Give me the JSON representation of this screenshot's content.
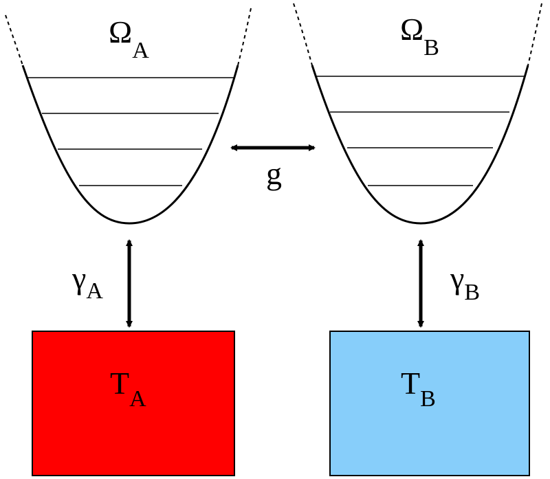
{
  "oscillators": [
    {
      "symbol": "Ω",
      "subscript": "A"
    },
    {
      "symbol": "Ω",
      "subscript": "B"
    }
  ],
  "coupling": {
    "symbol": "g"
  },
  "damping": [
    {
      "symbol": "γ",
      "subscript": "A"
    },
    {
      "symbol": "γ",
      "subscript": "B"
    }
  ],
  "baths": [
    {
      "symbol": "T",
      "subscript": "A",
      "color": "#ff0000"
    },
    {
      "symbol": "T",
      "subscript": "B",
      "color": "#87cefa"
    }
  ],
  "colors": {
    "lines": "#000000",
    "background": "#ffffff"
  }
}
